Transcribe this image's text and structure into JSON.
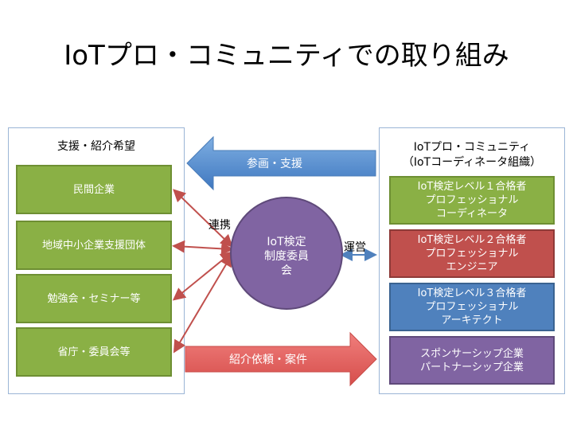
{
  "title": "IoTプロ・コミュニティでの取り組み",
  "left_panel": {
    "heading": "支援・紹介希望",
    "items": [
      "民間企業",
      "地域中小企業支援団体",
      "勉強会・セミナー等",
      "省庁・委員会等"
    ]
  },
  "center": {
    "circle_label": "IoT検定\n制度委員\n会",
    "link_label": "連携",
    "operate_label": "運営"
  },
  "arrows": {
    "top": "参画・支援",
    "bottom": "紹介依頼・案件"
  },
  "right_panel": {
    "heading": "IoTプロ・コミュニティ\n（IoTコーディネータ組織）",
    "items": [
      "IoT検定レベル１合格者\nプロフェッショナル\nコーディネータ",
      "IoT検定レベル２合格者\nプロフェッショナル\nエンジニア",
      "IoT検定レベル３合格者\nプロフェッショナル\nアーキテクト",
      "スポンサーシップ企業\nパートナーシップ企業"
    ]
  },
  "colors": {
    "green": "#8ab045",
    "red": "#c0504d",
    "blue": "#4f81bd",
    "purple": "#8064a2"
  }
}
